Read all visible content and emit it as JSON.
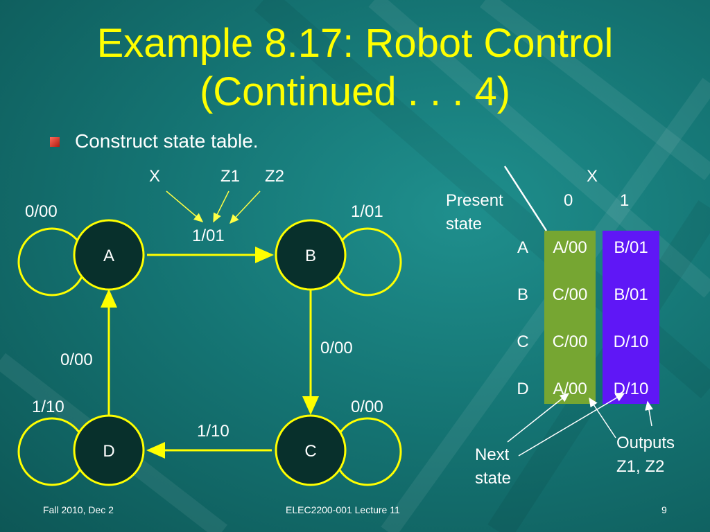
{
  "slide": {
    "title_line1": "Example 8.17: Robot Control",
    "title_line2": "(Continued . . . 4)",
    "bullet": "Construct state table."
  },
  "diagram": {
    "header_labels": {
      "x": "X",
      "z1": "Z1",
      "z2": "Z2"
    },
    "states": {
      "a": "A",
      "b": "B",
      "c": "C",
      "d": "D"
    },
    "edges": {
      "a_self": "0/00",
      "b_self": "1/01",
      "a_to_b": "1/01",
      "b_to_c": "0/00",
      "d_to_a": "0/00",
      "d_self": "1/10",
      "c_self": "0/00",
      "c_to_d": "1/10"
    }
  },
  "state_table": {
    "input_header": "X",
    "present_state_label_1": "Present",
    "present_state_label_2": "state",
    "col_0": "0",
    "col_1": "1",
    "rows": [
      {
        "state": "A",
        "x0": "A/00",
        "x1": "B/01"
      },
      {
        "state": "B",
        "x0": "C/00",
        "x1": "B/01"
      },
      {
        "state": "C",
        "x0": "C/00",
        "x1": "D/10"
      },
      {
        "state": "D",
        "x0": "A/00",
        "x1": "D/10"
      }
    ],
    "next_state_label_1": "Next",
    "next_state_label_2": "state",
    "outputs_label_1": "Outputs",
    "outputs_label_2": "Z1, Z2",
    "colors": {
      "next_state_col": "#76a632",
      "output_col": "#5f17f6",
      "arrow": "#ffff44"
    }
  },
  "footer": {
    "left": "Fall 2010, Dec 2",
    "center": "ELEC2200-001 Lecture 11",
    "page": "9"
  }
}
